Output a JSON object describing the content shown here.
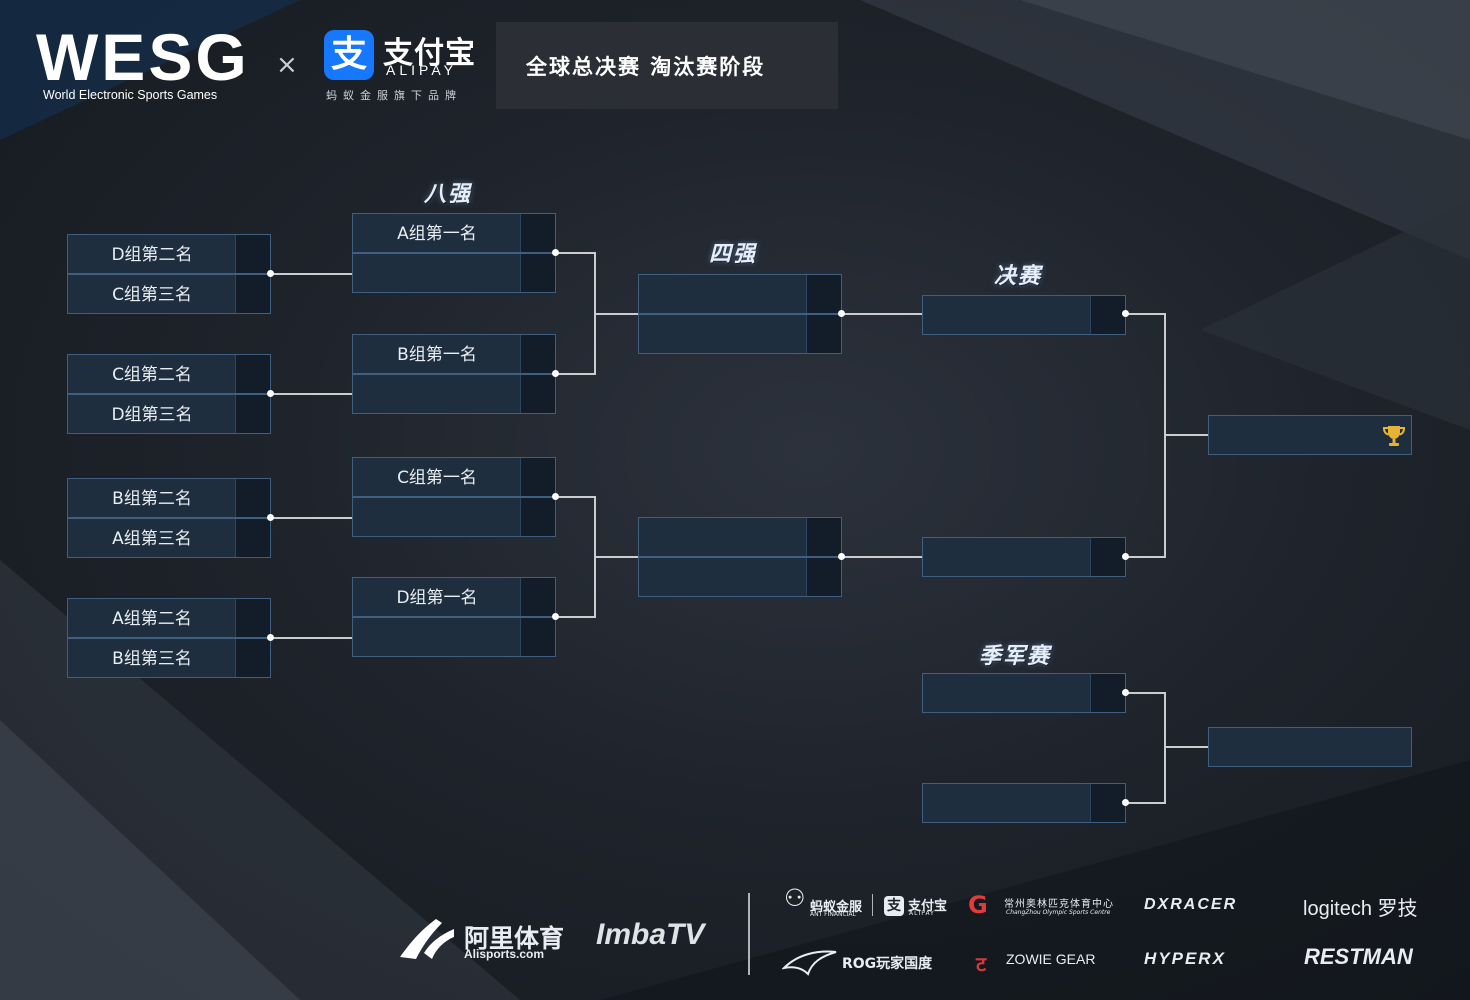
{
  "header": {
    "brand": "WESG",
    "brand_tagline": "World Electronic Sports Games",
    "times": "×",
    "alipay_mark": "支",
    "alipay_cn": "支付宝",
    "alipay_en": "ALIPAY",
    "alipay_sub": "蚂蚁金服旗下品牌",
    "stage_title": "全球总决赛 淘汰赛阶段"
  },
  "rounds": {
    "quarter": "八强",
    "semi": "四强",
    "final": "决赛",
    "third_place": "季军赛"
  },
  "round_of_16": [
    {
      "top": "D组第二名",
      "bottom": "C组第三名"
    },
    {
      "top": "C组第二名",
      "bottom": "D组第三名"
    },
    {
      "top": "B组第二名",
      "bottom": "A组第三名"
    },
    {
      "top": "A组第二名",
      "bottom": "B组第三名"
    }
  ],
  "quarterfinals": [
    {
      "top": "A组第一名",
      "bottom": ""
    },
    {
      "top": "B组第一名",
      "bottom": ""
    },
    {
      "top": "C组第一名",
      "bottom": ""
    },
    {
      "top": "D组第一名",
      "bottom": ""
    }
  ],
  "semifinals": [
    {
      "top": "",
      "bottom": ""
    },
    {
      "top": "",
      "bottom": ""
    }
  ],
  "final": {
    "top": "",
    "bottom": ""
  },
  "champion": {
    "name": "",
    "icon": "trophy-icon"
  },
  "third_place": {
    "top": "",
    "bottom": "",
    "winner": ""
  },
  "sponsors": {
    "alisports_cn": "阿里体育",
    "alisports_en": "Alisports.com",
    "imbatv": "ImbaTV",
    "ant_financial": "蚂蚁金服",
    "ant_financial_en": "ANT FINANCIAL",
    "alipay_cn": "支付宝",
    "alipay_en": "ALIPAY",
    "changzhou": "常州奥林匹克体育中心",
    "changzhou_en": "ChangZhou Olympic Sports Centre",
    "dxracer": "DXRACER",
    "logitech": "logitech 罗技",
    "rog": "ROG玩家国度",
    "zowie": "ZOWIE GEAR",
    "hyperx": "HYPERX",
    "restman": "RESTMAN"
  },
  "colors": {
    "slot_border": "#3e5f7f",
    "slot_fill": "#1f2e3e",
    "score_fill": "#131d29",
    "connector": "#c9ccd1",
    "trophy": "#e7b334",
    "alipay_blue": "#1678ff"
  }
}
